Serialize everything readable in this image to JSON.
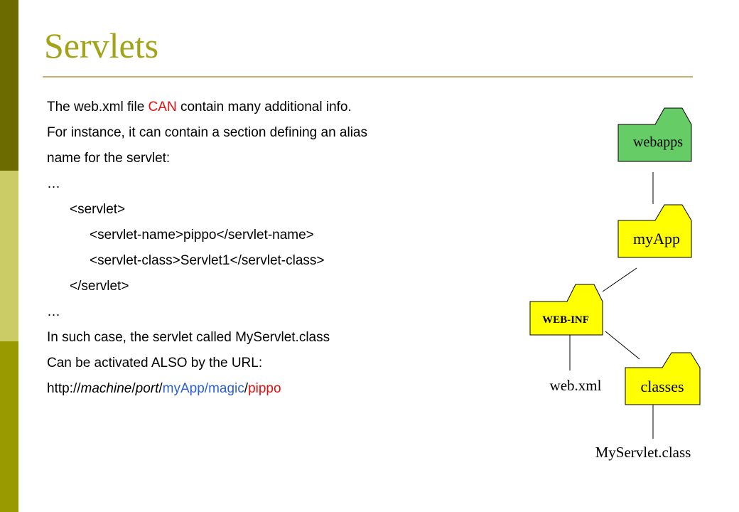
{
  "colors": {
    "title": "#a3a318",
    "highlight_red": "#e01010",
    "url_blue": "#2a5fd6",
    "folder_green": "#66cc66",
    "folder_yellow": "#ffff00",
    "sidebar": [
      "#6b6b00",
      "#cccc66",
      "#999900"
    ]
  },
  "slide": {
    "title": "Servlets",
    "lines": [
      {
        "pre": "The web.xml file ",
        "red": "CAN",
        "post": " contain many additional info."
      },
      "For instance, it can contain a section defining an alias",
      "name for the servlet:",
      "…",
      "<servlet>",
      "<servlet-name>pippo</servlet-name>",
      "<servlet-class>Servlet1</servlet-class>",
      "</servlet>",
      "…",
      "In such case, the servlet called MyServlet.class",
      "Can be activated ALSO by the URL:"
    ],
    "url": {
      "scheme": "http://",
      "machine": "machine",
      "slash1": "/",
      "port": "port",
      "slash2": "/",
      "app": "myApp/magic",
      "slash3": "/",
      "alias": "pippo"
    }
  },
  "diagram": {
    "webapps": "webapps",
    "myApp": "myApp",
    "webinf": "WEB-INF",
    "classes": "classes",
    "webxml": "web.xml",
    "servletclass": "MyServlet.class"
  }
}
